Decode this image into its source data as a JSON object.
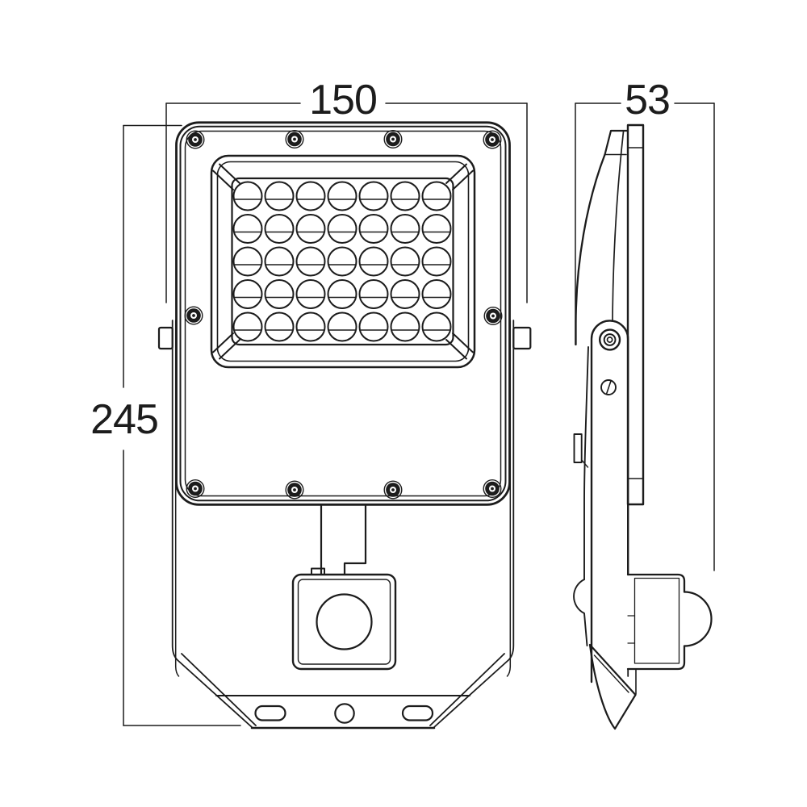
{
  "drawing": {
    "type": "technical-dimension-drawing",
    "subject": "led-floodlight-with-pir-sensor",
    "dimension_labels": {
      "width": "150",
      "height": "245",
      "depth": "53"
    },
    "led_grid": {
      "columns": 7,
      "rows": 5
    },
    "front_screw_count": 10,
    "mounting_holes": {
      "slots": 2,
      "round_holes": 1
    },
    "colors": {
      "line": "#1c1c1c",
      "background": "#ffffff"
    }
  }
}
